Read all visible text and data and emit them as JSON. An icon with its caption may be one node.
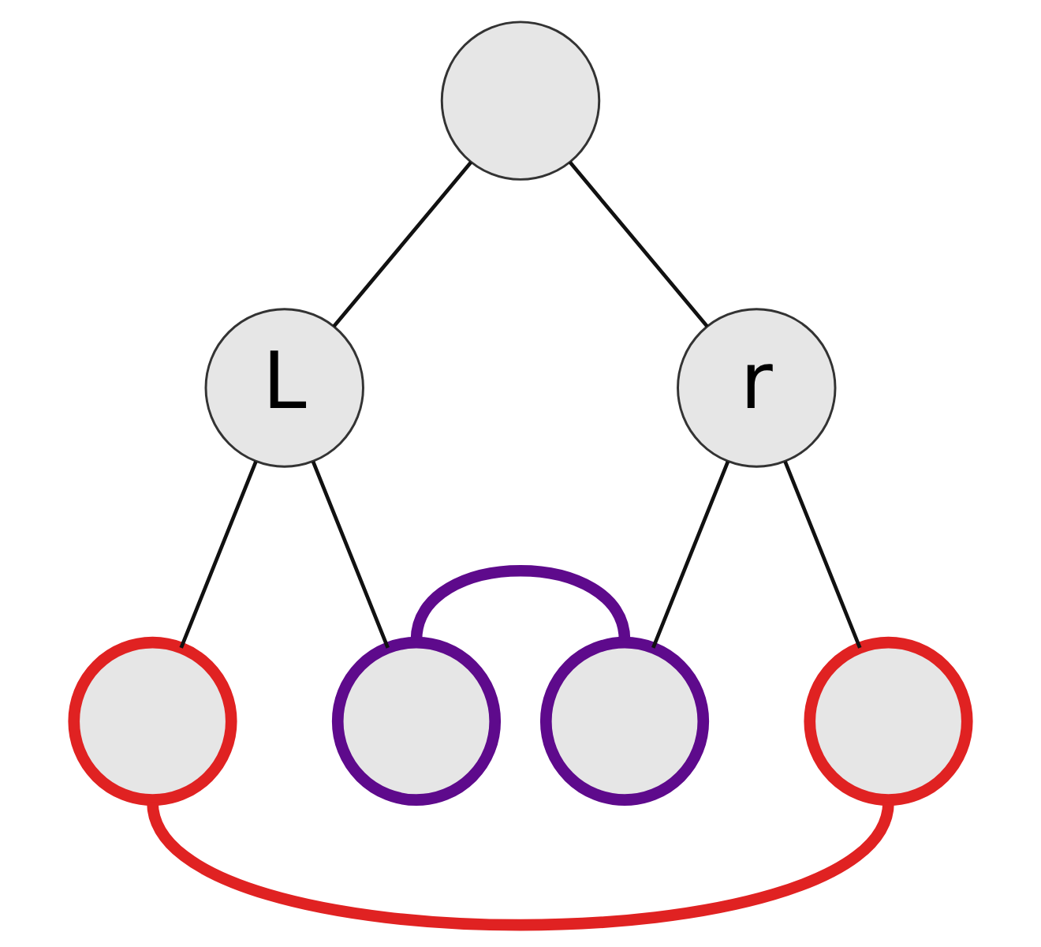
{
  "diagram": {
    "nodes": [
      {
        "text": [],
        "shape": "circle"
      },
      {
        "text": [
          "L"
        ]
      },
      {
        "text": [
          "r"
        ]
      },
      {
        "text": [],
        "shape": "circle"
      },
      {
        "text": [],
        "shape": "circle"
      },
      {
        "text": [],
        "shape": "circle"
      },
      {
        "text": [],
        "shape": "circle"
      }
    ],
    "edges": [
      {
        "from": 0,
        "to": 1,
        "arrow": "none"
      },
      {
        "from": 0,
        "to": 2,
        "arrow": "none"
      },
      {
        "from": 1,
        "to": 3,
        "arrow": "none"
      },
      {
        "from": 1,
        "to": 4,
        "arrow": "none"
      },
      {
        "from": 2,
        "to": 5,
        "arrow": "none"
      },
      {
        "from": 2,
        "to": 6,
        "arrow": "none"
      },
      {
        "from": 4,
        "to": 5,
        "arrow": "none",
        "style": "thick",
        "color": "#5e0a8c"
      },
      {
        "from": 3,
        "to": 6,
        "arrow": "none",
        "style": "thick",
        "color": "#e02222"
      }
    ]
  }
}
